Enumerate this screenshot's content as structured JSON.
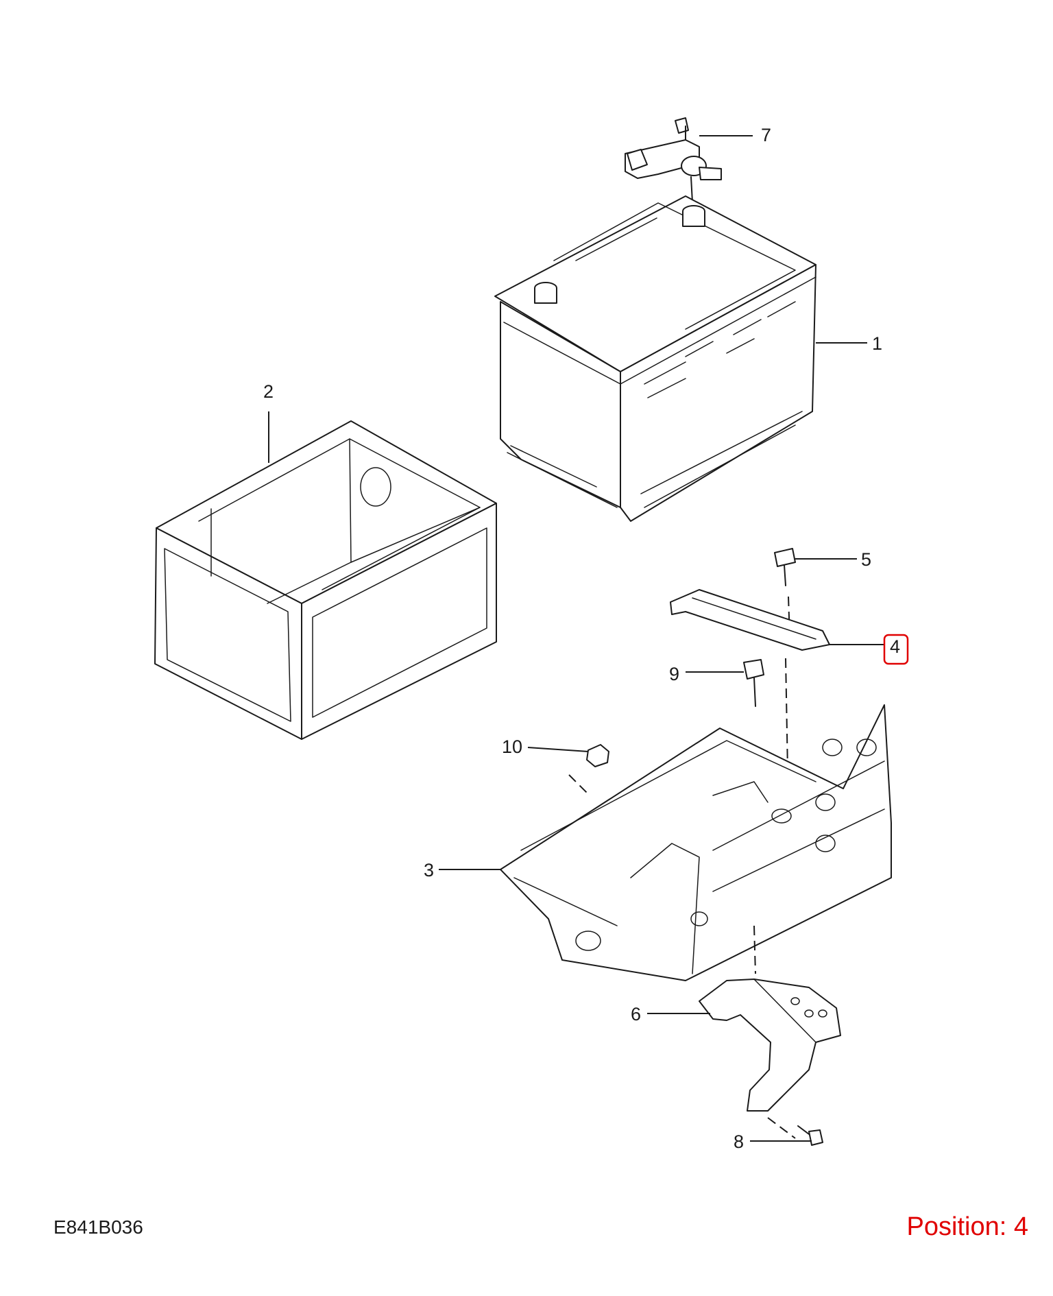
{
  "diagram": {
    "code": "E841B036",
    "selected_position": "Position: 4",
    "highlight_color": "#e00000",
    "line_color": "#1a1a1a",
    "callouts": [
      {
        "id": "1",
        "label": "1",
        "part": "battery"
      },
      {
        "id": "2",
        "label": "2",
        "part": "battery-insulation-box"
      },
      {
        "id": "3",
        "label": "3",
        "part": "battery-tray"
      },
      {
        "id": "4",
        "label": "4",
        "part": "hold-down-clamp",
        "highlighted": true
      },
      {
        "id": "5",
        "label": "5",
        "part": "clamp-bolt"
      },
      {
        "id": "6",
        "label": "6",
        "part": "tray-support-bracket"
      },
      {
        "id": "7",
        "label": "7",
        "part": "battery-monitoring-sensor"
      },
      {
        "id": "8",
        "label": "8",
        "part": "bracket-bolt"
      },
      {
        "id": "9",
        "label": "9",
        "part": "tray-bolt"
      },
      {
        "id": "10",
        "label": "10",
        "part": "tray-nut"
      }
    ]
  }
}
